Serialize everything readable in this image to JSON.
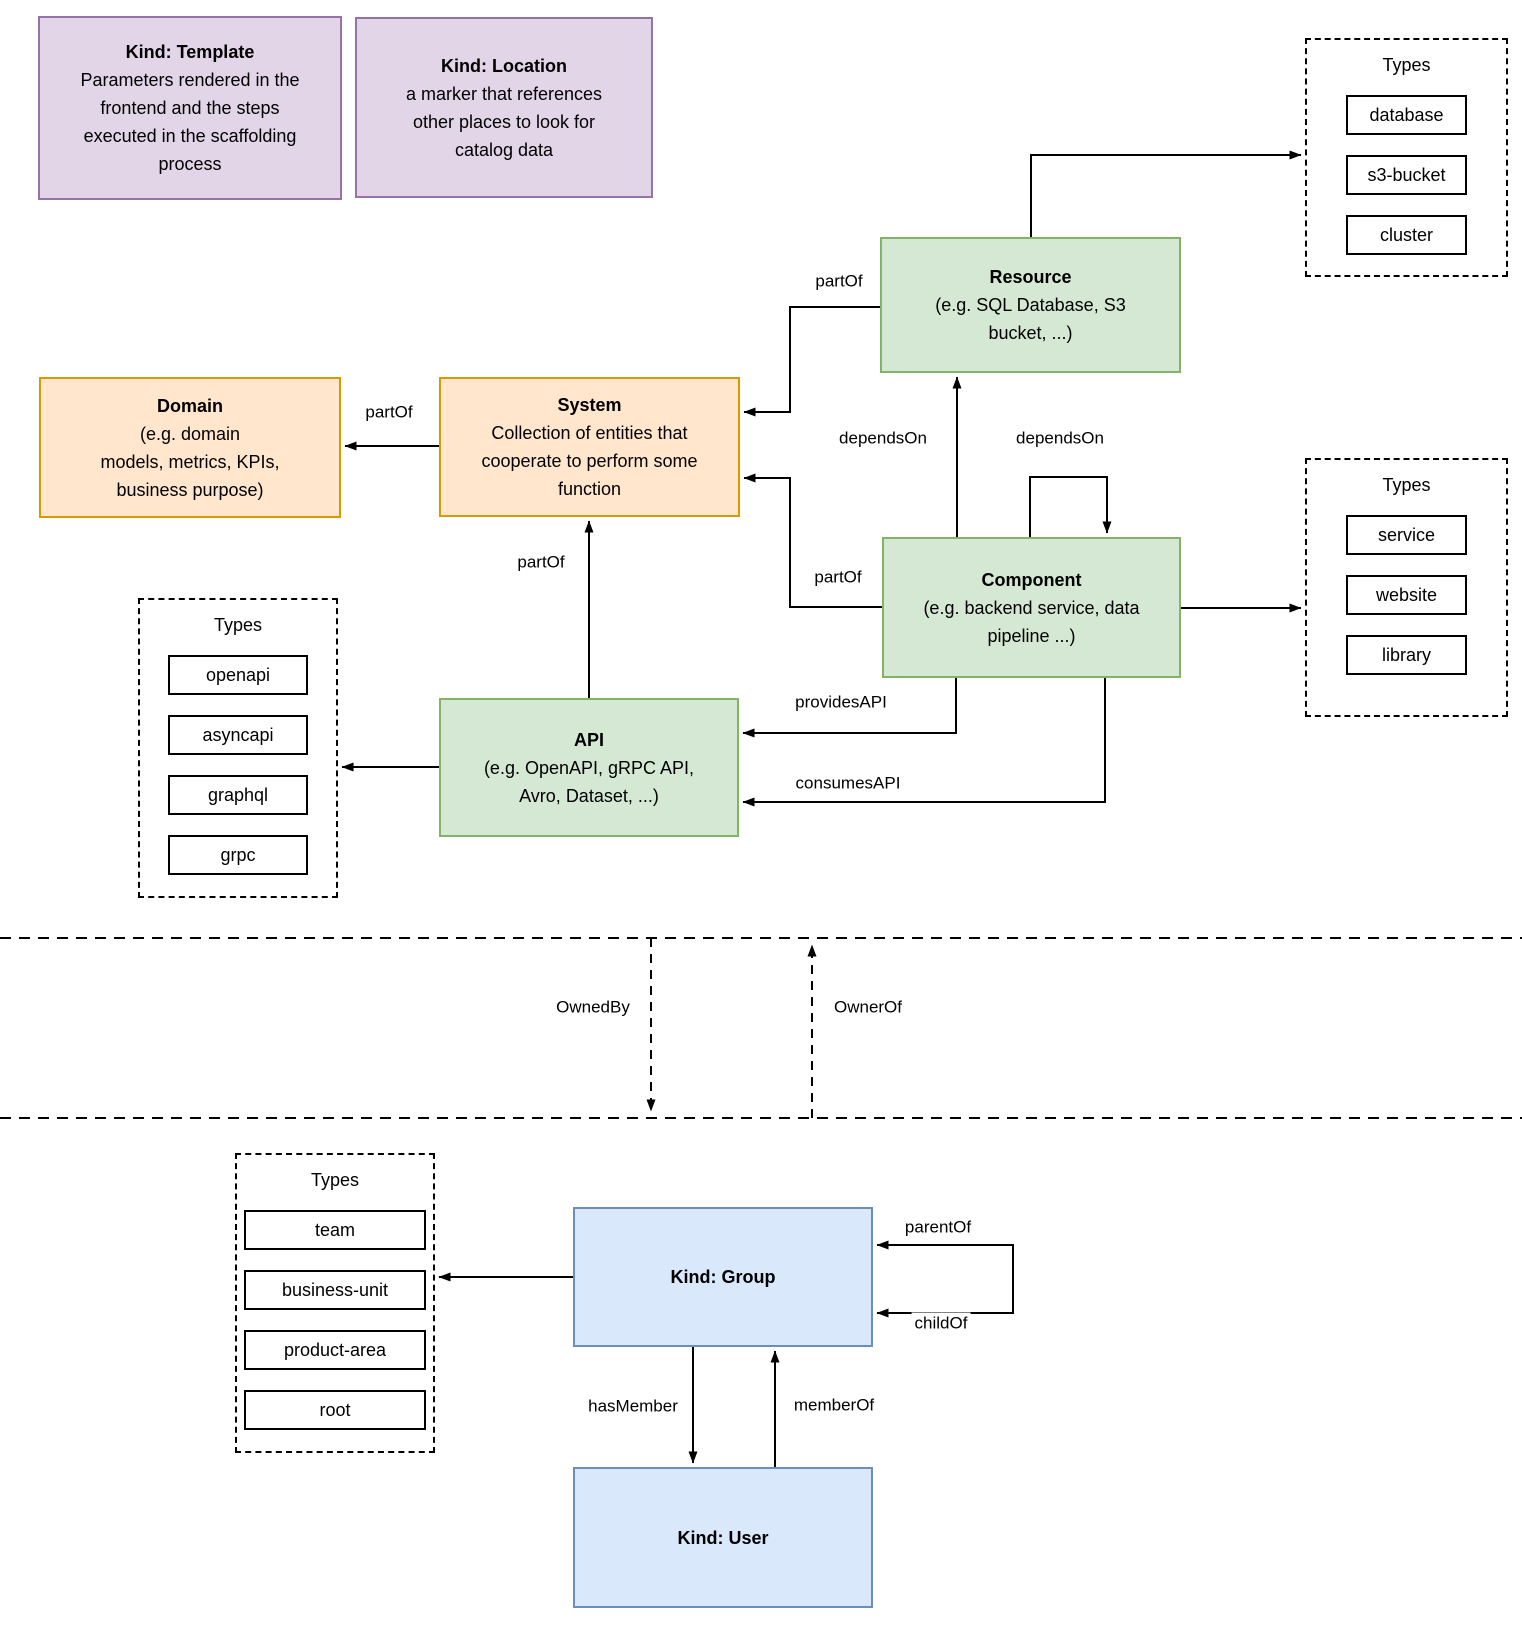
{
  "diagram": {
    "colors": {
      "purple-fill": "#E1D5E7",
      "purple-stroke": "#9673A6",
      "orange-fill": "#FFE6CC",
      "orange-stroke": "#D79B00",
      "green-fill": "#D5E8D4",
      "green-stroke": "#82B366",
      "blue-fill": "#DAE8FC",
      "blue-stroke": "#6C8EBF",
      "line": "#000000"
    },
    "nodes": {
      "template": {
        "title": "Kind: Template",
        "desc": "Parameters rendered in the\nfrontend and the steps\nexecuted in  the scaffolding\nprocess"
      },
      "location": {
        "title": "Kind: Location",
        "desc": "a marker that references\nother places to look for\ncatalog data"
      },
      "domain": {
        "title": "Domain",
        "desc": "(e.g.  domain\nmodels, metrics, KPIs,\nbusiness purpose)"
      },
      "system": {
        "title": "System",
        "desc": "Collection of entities that\ncooperate to perform some\nfunction"
      },
      "resource": {
        "title": "Resource",
        "desc": "(e.g. SQL Database, S3\nbucket, ...)"
      },
      "component": {
        "title": "Component",
        "desc": "(e.g. backend service, data\npipeline ...)"
      },
      "api": {
        "title": "API",
        "desc": "(e.g. OpenAPI, gRPC API,\nAvro, Dataset, ...)"
      },
      "group": {
        "title": "Kind: Group"
      },
      "user": {
        "title": "Kind: User"
      }
    },
    "type_groups": {
      "resource_types": {
        "title": "Types",
        "items": [
          "database",
          "s3-bucket",
          "cluster"
        ]
      },
      "component_types": {
        "title": "Types",
        "items": [
          "service",
          "website",
          "library"
        ]
      },
      "api_types": {
        "title": "Types",
        "items": [
          "openapi",
          "asyncapi",
          "graphql",
          "grpc"
        ]
      },
      "group_types": {
        "title": "Types",
        "items": [
          "team",
          "business-unit",
          "product-area",
          "root"
        ]
      }
    },
    "labels": {
      "part_of": "partOf",
      "depends_on": "dependsOn",
      "provides_api": "providesAPI",
      "consumes_api": "consumesAPI",
      "owned_by": "OwnedBy",
      "owner_of": "OwnerOf",
      "parent_of": "parentOf",
      "child_of": "childOf",
      "has_member": "hasMember",
      "member_of": "memberOf"
    }
  }
}
